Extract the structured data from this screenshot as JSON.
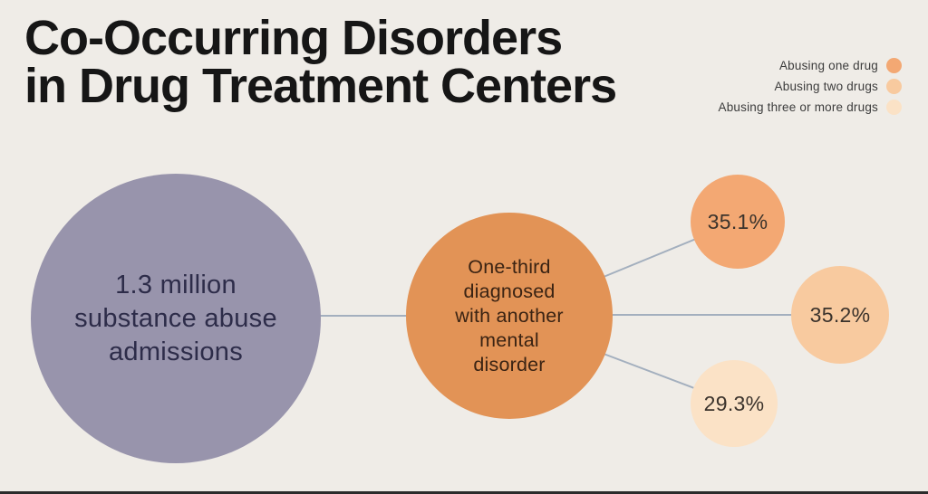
{
  "title": {
    "line1": "Co-Occurring Disorders",
    "line2": "in Drug Treatment Centers"
  },
  "legend": {
    "items": [
      {
        "label": "Abusing one drug"
      },
      {
        "label": "Abusing two drugs"
      },
      {
        "label": "Abusing three or more drugs"
      }
    ]
  },
  "bubbles": {
    "main": {
      "lines": [
        "1.3 million",
        "substance abuse",
        "admissions"
      ]
    },
    "mid": {
      "lines": [
        "One-third",
        "diagnosed",
        "with another",
        "mental",
        "disorder"
      ]
    },
    "leaves": [
      {
        "value": "35.1%",
        "category": "Abusing one drug"
      },
      {
        "value": "35.2%",
        "category": "Abusing two drugs"
      },
      {
        "value": "29.3%",
        "category": "Abusing three or more drugs"
      }
    ]
  },
  "chart_data": {
    "type": "bubble",
    "title": "Co-Occurring Disorders in Drug Treatment Centers",
    "annotations": [
      "1.3 million substance abuse admissions",
      "One-third diagnosed with another mental disorder"
    ],
    "categories": [
      "Abusing one drug",
      "Abusing two drugs",
      "Abusing three or more drugs"
    ],
    "values": [
      35.1,
      35.2,
      29.3
    ],
    "legend_position": "top-right",
    "grid": false
  },
  "colors": {
    "background": "#EFECE7",
    "title-text": "#161616",
    "legend-text": "#3C3C3C",
    "main-bubble": "#9894AC",
    "main-text": "#2D2C49",
    "mid-bubble": "#E29356",
    "mid-text": "#3A2313",
    "leaf-1": "#F3A873",
    "leaf-2": "#F8CA9F",
    "leaf-3": "#FBE2C6",
    "leaf-text": "#3B332C",
    "connector": "#A3AFBE",
    "footer-bar": "#2B2B2B"
  }
}
